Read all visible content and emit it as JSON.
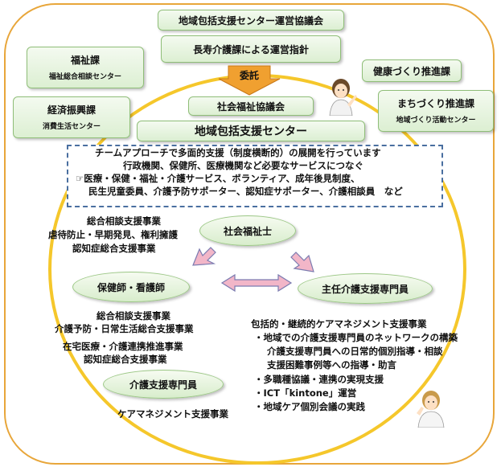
{
  "top_boxes": {
    "council": "地域包括支援センター運営協議会",
    "guidance": "長寿介護課による運営指針",
    "commission": "委託",
    "social_welfare_council": "社会福祉協議会",
    "center": "地域包括支援センター"
  },
  "left_boxes": [
    {
      "title": "福祉課",
      "sub": "福祉総合相談センター"
    },
    {
      "title": "経済振興課",
      "sub": "消費生活センター"
    }
  ],
  "right_boxes": [
    {
      "title": "健康づくり推進課",
      "sub": ""
    },
    {
      "title": "まちづくり推進課",
      "sub": "地域づくり活動センター"
    }
  ],
  "dashed_box": {
    "line1": "チームアプローチで多面的支援（制度横断的）の展開を行っています",
    "line2": "行政機関、保健所、医療機関など必要なサービスにつなぐ",
    "line3": "☞医療・保健・福祉・介護サービス、ボランティア、成年後見制度、",
    "line4": "民生児童委員、介護予防サポーター、認知症サポーター、介護相談員　など"
  },
  "social_worker": {
    "label": "社会福祉士",
    "duties": [
      "総合相談支援事業",
      "虐待防止・早期発見、権利擁護",
      "認知症総合支援事業"
    ]
  },
  "nurse": {
    "label": "保健師・看護師",
    "duties": [
      "総合相談支援事業",
      "介護予防・日常生活総合支援事業",
      "在宅医療・介護連携推進事業",
      "認知症総合支援事業"
    ]
  },
  "chief_care_manager": {
    "label": "主任介護支援専門員",
    "duties": [
      "包括的・継続的ケアマネジメント支援事業",
      "・地域での介護支援専門員のネットワークの構築",
      "介護支援専門員への日常的個別指導・相談",
      "支援困難事例等への指導・助言",
      "・多職種協議・連携の実現支援",
      "・ICT「kintone」運営",
      "・地域ケア個別会議の実践"
    ]
  },
  "care_manager": {
    "label": "介護支援専門員",
    "duties": [
      "ケアマネジメント支援事業"
    ]
  },
  "colors": {
    "outer_border": "#e8a63a",
    "ring": "#f5c72b",
    "arrow_pink": "#f2b6c8",
    "down_arrow": "#f0a030",
    "dash": "#4a6fa0"
  }
}
